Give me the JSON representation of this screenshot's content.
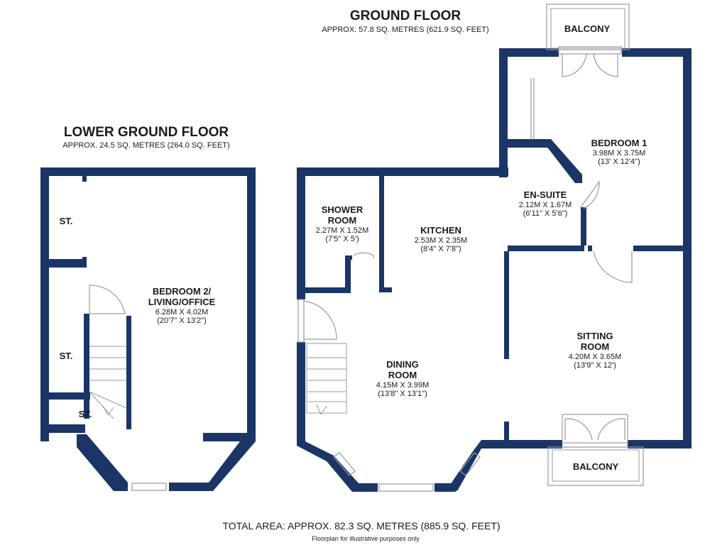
{
  "floors": {
    "ground": {
      "title": "GROUND FLOOR",
      "area": "APPROX. 57.8 SQ. METRES (621.9 SQ. FEET)"
    },
    "lower": {
      "title": "LOWER GROUND FLOOR",
      "area": "APPROX. 24.5 SQ. METRES (264.0 SQ. FEET)"
    }
  },
  "rooms": {
    "bedroom2": {
      "name1": "BEDROOM 2/",
      "name2": "LIVING/OFFICE",
      "metric": "6.28M X 4.02M",
      "imperial": "(20'7\" X 13'2\")"
    },
    "shower": {
      "name1": "SHOWER",
      "name2": "ROOM",
      "metric": "2.27M X 1.52M",
      "imperial": "(7'5\" X 5')"
    },
    "kitchen": {
      "name": "KITCHEN",
      "metric": "2.53M X 2.35M",
      "imperial": "(8'4\" X 7'8\")"
    },
    "bedroom1": {
      "name": "BEDROOM 1",
      "metric": "3.98M X 3.75M",
      "imperial": "(13' X 12'4\")"
    },
    "ensuite": {
      "name": "EN-SUITE",
      "metric": "2.12M X 1.67M",
      "imperial": "(6'11\" X 5'6\")"
    },
    "sitting": {
      "name1": "SITTING",
      "name2": "ROOM",
      "metric": "4.20M X 3.65M",
      "imperial": "(13'9\" X 12')"
    },
    "dining": {
      "name1": "DINING",
      "name2": "ROOM",
      "metric": "4.15M X 3.99M",
      "imperial": "(13'8\" X 13'1\")"
    }
  },
  "storage": {
    "st1": "ST.",
    "st2": "ST.",
    "st3": "ST."
  },
  "balconies": {
    "top": "BALCONY",
    "bottom": "BALCONY"
  },
  "footer": {
    "total": "TOTAL AREA: APPROX. 82.3 SQ. METRES (885.9 SQ. FEET)",
    "disclaimer": "Floorplan for illustrative purposes only"
  },
  "colors": {
    "wall": "#1b3566",
    "fixture": "#9a9a9a",
    "text": "#1a1a1a",
    "background": "#ffffff"
  }
}
